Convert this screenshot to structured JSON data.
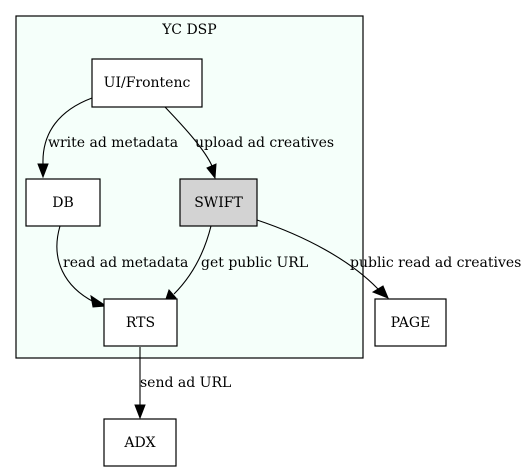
{
  "cluster": {
    "label": "YC DSP",
    "fill": "#f5fffa"
  },
  "nodes": {
    "ui": {
      "label": "UI/Frontenc",
      "fill": "#ffffff"
    },
    "db": {
      "label": "DB",
      "fill": "#ffffff"
    },
    "swift": {
      "label": "SWIFT",
      "fill": "#d3d3d3"
    },
    "rts": {
      "label": "RTS",
      "fill": "#ffffff"
    },
    "page": {
      "label": "PAGE",
      "fill": "#ffffff"
    },
    "adx": {
      "label": "ADX",
      "fill": "#ffffff"
    }
  },
  "edges": {
    "ui_db": {
      "label": "write ad metadata"
    },
    "ui_swift": {
      "label": "upload ad creatives"
    },
    "db_rts": {
      "label": "read ad metadata"
    },
    "swift_rts": {
      "label": "get public URL"
    },
    "swift_page": {
      "label": "public read ad creatives"
    },
    "rts_adx": {
      "label": "send ad URL"
    }
  }
}
